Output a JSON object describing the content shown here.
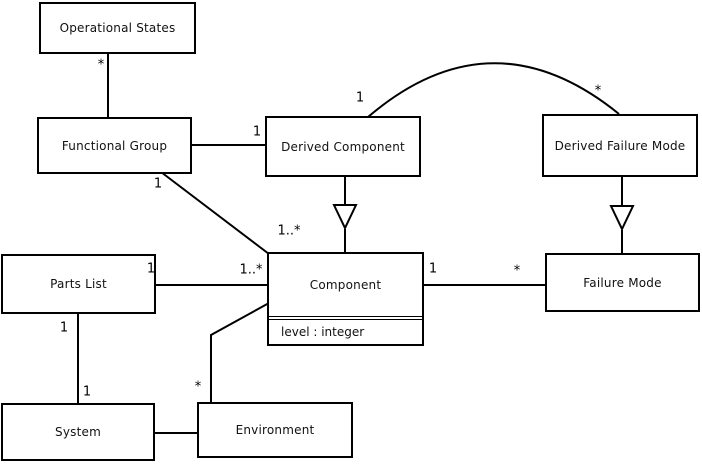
{
  "diagram": {
    "type": "uml-class-diagram",
    "classes": [
      {
        "name": "Operational States"
      },
      {
        "name": "Functional Group"
      },
      {
        "name": "Derived Component"
      },
      {
        "name": "Derived Failure Mode"
      },
      {
        "name": "Parts List"
      },
      {
        "name": "Component",
        "attributes": [
          "level : integer"
        ]
      },
      {
        "name": "Failure Mode"
      },
      {
        "name": "System"
      },
      {
        "name": "Environment"
      }
    ],
    "relationships": [
      {
        "type": "association",
        "from": "Functional Group",
        "to": "Operational States",
        "multiplicity_to": "*"
      },
      {
        "type": "association",
        "from": "Functional Group",
        "to": "Derived Component",
        "multiplicity_to": "1"
      },
      {
        "type": "association",
        "shape": "arc",
        "from": "Derived Component",
        "to": "Derived Failure Mode",
        "multiplicity_from": "1",
        "multiplicity_to": "*"
      },
      {
        "type": "generalization",
        "from": "Derived Component",
        "to": "Component"
      },
      {
        "type": "generalization",
        "from": "Derived Failure Mode",
        "to": "Failure Mode"
      },
      {
        "type": "association",
        "from": "Functional Group",
        "to": "Component",
        "multiplicity_from": "1",
        "multiplicity_to": "1..*"
      },
      {
        "type": "association",
        "from": "Parts List",
        "to": "Component",
        "multiplicity_from": "1",
        "multiplicity_to": "1..*"
      },
      {
        "type": "association",
        "from": "Component",
        "to": "Failure Mode",
        "multiplicity_from": "1",
        "multiplicity_to": "*"
      },
      {
        "type": "association",
        "from": "Parts List",
        "to": "System",
        "multiplicity_from": "1",
        "multiplicity_to": "1"
      },
      {
        "type": "association",
        "from": "Environment",
        "to": "Component",
        "multiplicity_from": "*"
      },
      {
        "type": "association",
        "from": "System",
        "to": "Environment"
      }
    ],
    "multiplicity_labels": {
      "op_states_star": "*",
      "fg_dc_one": "1",
      "arc_one": "1",
      "arc_star": "*",
      "fg_diag_one": "1",
      "fg_component_onestar": "1..*",
      "parts_list_one": "1",
      "pl_component_onestar": "1..*",
      "component_right_one": "1",
      "failure_mode_star": "*",
      "pl_bottom_one": "1",
      "system_top_one": "1",
      "environment_star": "*"
    },
    "colors": {
      "line": "#000000",
      "background": "#ffffff",
      "text": "#111111"
    }
  }
}
